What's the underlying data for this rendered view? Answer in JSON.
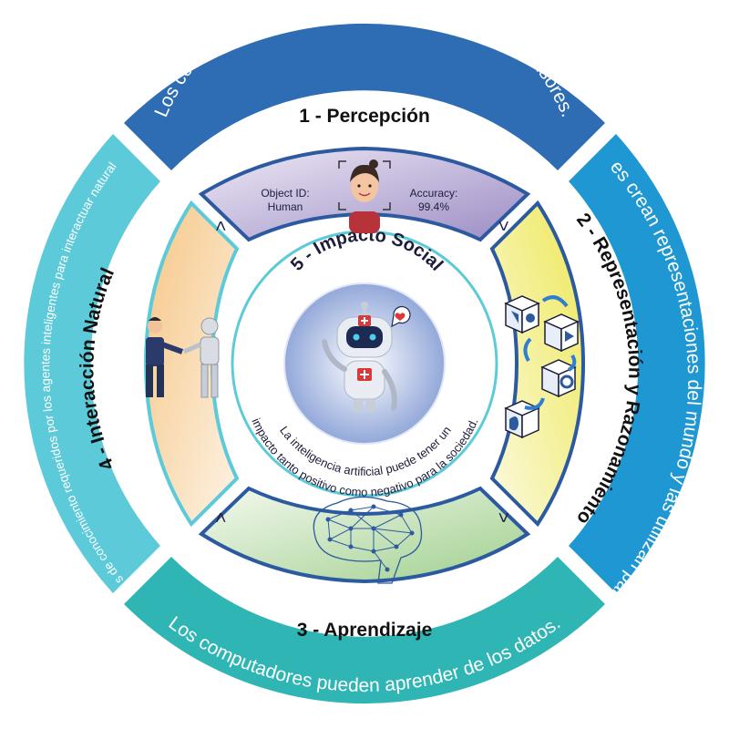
{
  "outer": {
    "top": "Los computadores perciben el mundo a través de sensores.",
    "right": "Los agentes crean representaciones del mundo y las utilizan para razonar.",
    "bottom": "Los computadores pueden aprender de los datos.",
    "left": "Son muchos los tipos de conocimiento requeridos por los agentes inteligentes para interactuar naturalmente con humanos."
  },
  "sections": {
    "perception": "1 - Percepción",
    "representation": "2 - Representación y Razonamiento",
    "learning": "3 - Aprendizaje",
    "interaction": "4 - Interacción Natural",
    "social": "5 - Impacto Social"
  },
  "perception_panel": {
    "object_id_label": "Object ID:",
    "object_id_value": "Human",
    "accuracy_label": "Accuracy:",
    "accuracy_value": "99.4%"
  },
  "center_text": "La inteligencia artificial puede tener un impacto tanto positivo como negativo para la sociedad.",
  "chevron": ">",
  "colors": {
    "top_band": "#2e6db4",
    "right_band": "#1f97d2",
    "bottom_band": "#30b5b5",
    "left_band": "#5dcad9",
    "ring_outline": "#2c5aa0",
    "perception_bg": "#a89acb",
    "representation_bg": "#f2ec6a",
    "learning_bg": "#a9d39a",
    "interaction_bg": "#f7cf93",
    "center_bg": "#8fa6d8"
  }
}
